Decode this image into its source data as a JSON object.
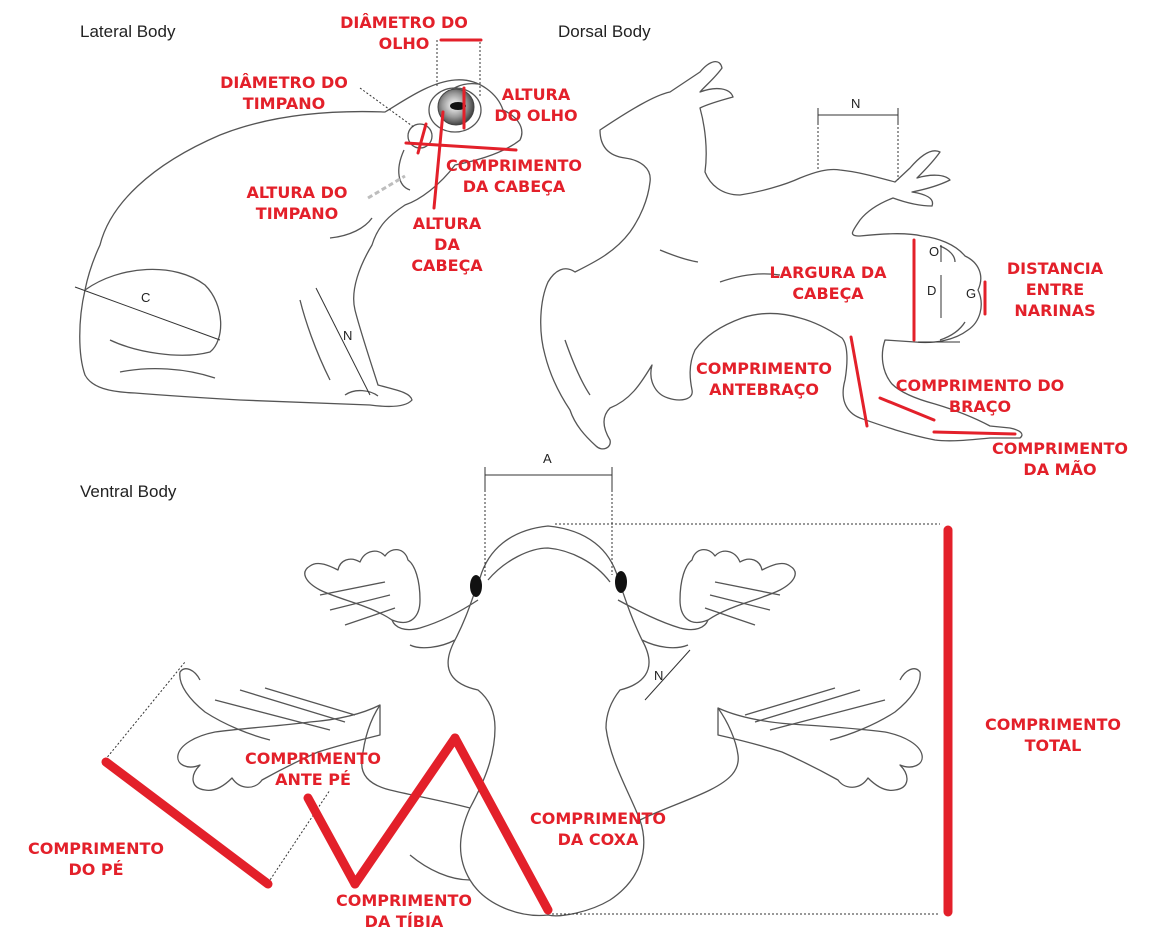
{
  "sections": {
    "lateral": "Lateral Body",
    "dorsal": "Dorsal Body",
    "ventral": "Ventral Body"
  },
  "letters": {
    "c": "C",
    "n_lateral": "N",
    "n_dorsal": "N",
    "o": "O",
    "d": "D",
    "g": "G",
    "a": "A",
    "n_ventral": "N"
  },
  "labels": {
    "diametro_olho": [
      "DIÂMETRO DO",
      "OLHO"
    ],
    "diametro_timpano": [
      "DIÂMETRO DO",
      "TIMPANO"
    ],
    "altura_olho": [
      "ALTURA",
      "DO OLHO"
    ],
    "comprimento_cabeca": [
      "COMPRIMENTO",
      "DA CABEÇA"
    ],
    "altura_timpano": [
      "ALTURA DO",
      "TIMPANO"
    ],
    "altura_cabeca": [
      "ALTURA",
      "DA",
      "CABEÇA"
    ],
    "largura_cabeca": [
      "LARGURA DA",
      "CABEÇA"
    ],
    "distancia_narinas": [
      "DISTANCIA",
      "ENTRE",
      "NARINAS"
    ],
    "comprimento_antebraco": [
      "COMPRIMENTO",
      "ANTEBRAÇO"
    ],
    "comprimento_braco": [
      "COMPRIMENTO DO",
      "BRAÇO"
    ],
    "comprimento_mao": [
      "COMPRIMENTO",
      "DA MÃO"
    ],
    "comprimento_total": [
      "COMPRIMENTO",
      "TOTAL"
    ],
    "comprimento_ante_pe": [
      "COMPRIMENTO",
      "ANTE PÉ"
    ],
    "comprimento_coxa": [
      "COMPRIMENTO",
      "DA COXA"
    ],
    "comprimento_pe": [
      "COMPRIMENTO",
      "DO PÉ"
    ],
    "comprimento_tibia": [
      "COMPRIMENTO",
      "DA TÍBIA"
    ]
  },
  "colors": {
    "measure": "#e3202a",
    "outline": "#555555",
    "guide": "#222222"
  }
}
